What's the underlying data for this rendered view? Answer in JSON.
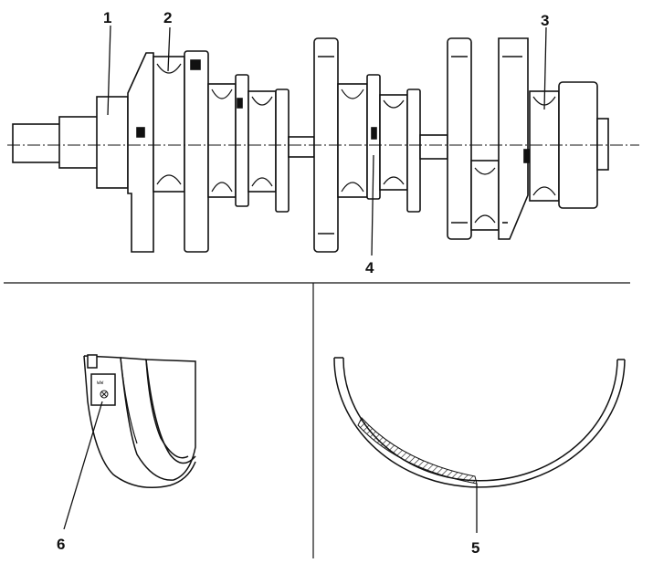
{
  "callouts": {
    "c1": "1",
    "c2": "2",
    "c3": "3",
    "c4": "4",
    "c5": "5",
    "c6": "6"
  },
  "stamp_text": "ww",
  "colors": {
    "ink": "#111111",
    "paper": "#ffffff"
  }
}
